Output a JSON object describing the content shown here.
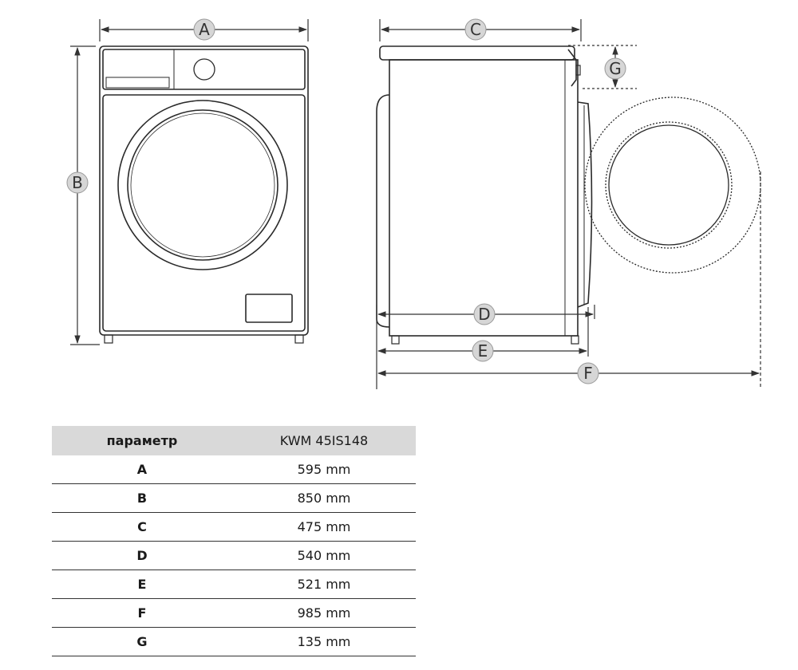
{
  "dimension_labels": {
    "A": "A",
    "B": "B",
    "C": "C",
    "D": "D",
    "E": "E",
    "F": "F",
    "G": "G"
  },
  "spec_table": {
    "header": {
      "param": "параметр",
      "model": "KWM 45IS148"
    },
    "rows": [
      {
        "param": "A",
        "value": "595 mm"
      },
      {
        "param": "B",
        "value": "850 mm"
      },
      {
        "param": "C",
        "value": "475 mm"
      },
      {
        "param": "D",
        "value": "540 mm"
      },
      {
        "param": "E",
        "value": "521 mm"
      },
      {
        "param": "F",
        "value": "985 mm"
      },
      {
        "param": "G",
        "value": "135 mm"
      }
    ]
  }
}
